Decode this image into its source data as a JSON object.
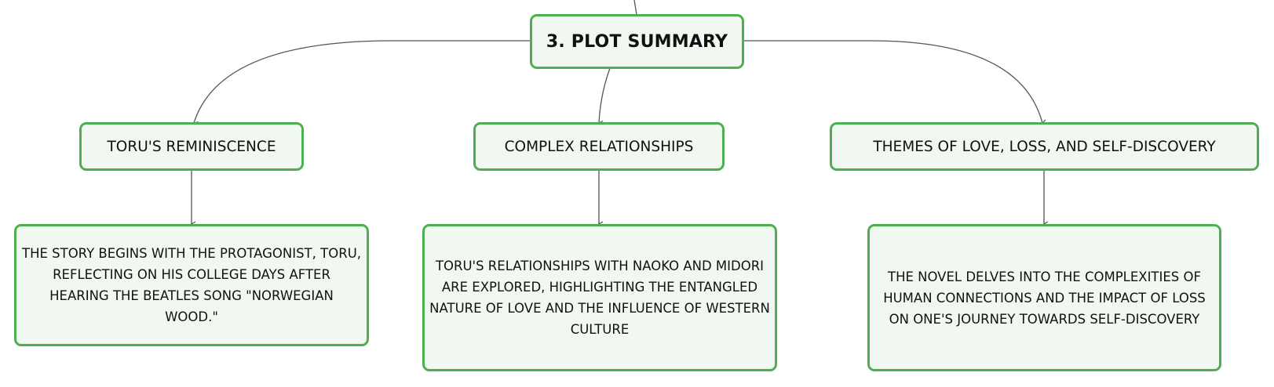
{
  "colors": {
    "border": "#4caf50",
    "fill": "#f1f8f1",
    "connector": "#555555",
    "text": "#111111"
  },
  "root": {
    "label": "3. PLOT SUMMARY"
  },
  "topics": [
    {
      "label": "TORU'S REMINISCENCE",
      "detail": "THE STORY BEGINS WITH THE PROTAGONIST, TORU, REFLECTING ON HIS COLLEGE DAYS AFTER HEARING THE BEATLES SONG \"NORWEGIAN WOOD.\""
    },
    {
      "label": "COMPLEX RELATIONSHIPS",
      "detail": "TORU'S RELATIONSHIPS WITH NAOKO AND MIDORI ARE EXPLORED, HIGHLIGHTING THE ENTANGLED NATURE OF LOVE AND THE INFLUENCE OF WESTERN CULTURE"
    },
    {
      "label": "THEMES OF LOVE, LOSS, AND SELF-DISCOVERY",
      "detail": "THE NOVEL DELVES INTO THE COMPLEXITIES OF HUMAN CONNECTIONS AND THE IMPACT OF LOSS ON ONE'S JOURNEY TOWARDS SELF-DISCOVERY"
    }
  ]
}
